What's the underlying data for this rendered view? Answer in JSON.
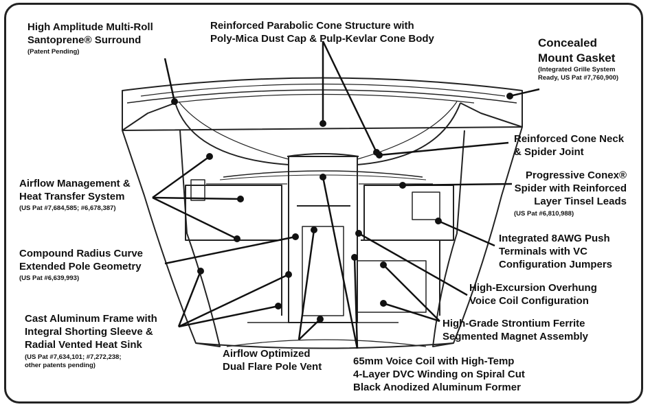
{
  "labels": {
    "surround": {
      "lines": [
        "High Amplitude Multi-Roll",
        "Santoprene® Surround"
      ],
      "note": "(Patent Pending)"
    },
    "cone": {
      "lines": [
        "Reinforced Parabolic Cone Structure with",
        "Poly-Mica Dust Cap & Pulp-Kevlar Cone Body"
      ]
    },
    "gasket": {
      "lines": [
        "Concealed",
        "Mount Gasket"
      ],
      "note": [
        "(Integrated Grille System",
        "Ready, US Pat #7,760,900)"
      ]
    },
    "neck": {
      "lines": [
        "Reinforced Cone Neck",
        "& Spider Joint"
      ]
    },
    "airflow": {
      "lines": [
        "Airflow Management &",
        "Heat Transfer System"
      ],
      "note": "(US Pat #7,684,585; #6,678,387)"
    },
    "spider": {
      "lines": [
        "Progressive Conex®",
        "Spider with Reinforced",
        "Layer Tinsel Leads"
      ],
      "note": "(US Pat #6,810,988)"
    },
    "compound": {
      "lines": [
        "Compound Radius Curve",
        "Extended Pole Geometry"
      ],
      "note": "(US Pat #6,639,993)"
    },
    "terminals": {
      "lines": [
        "Integrated 8AWG Push",
        "Terminals with VC",
        "Configuration Jumpers"
      ]
    },
    "overhung": {
      "lines": [
        "High-Excursion Overhung",
        "Voice Coil Configuration"
      ]
    },
    "frame": {
      "lines": [
        "Cast Aluminum Frame with",
        "Integral Shorting Sleeve &",
        "Radial Vented Heat Sink"
      ],
      "note": [
        "(US Pat #7,634,101; #7,272,238;",
        "other patents pending)"
      ]
    },
    "magnet": {
      "lines": [
        "High-Grade Strontium Ferrite",
        "Segmented Magnet Assembly"
      ]
    },
    "polevent": {
      "lines": [
        "Airflow Optimized",
        "Dual Flare Pole Vent"
      ]
    },
    "voicecoil": {
      "lines": [
        "65mm Voice Coil with High-Temp",
        "4-Layer DVC Winding on Spiral Cut",
        "Black Anodized Aluminum Former"
      ]
    }
  }
}
